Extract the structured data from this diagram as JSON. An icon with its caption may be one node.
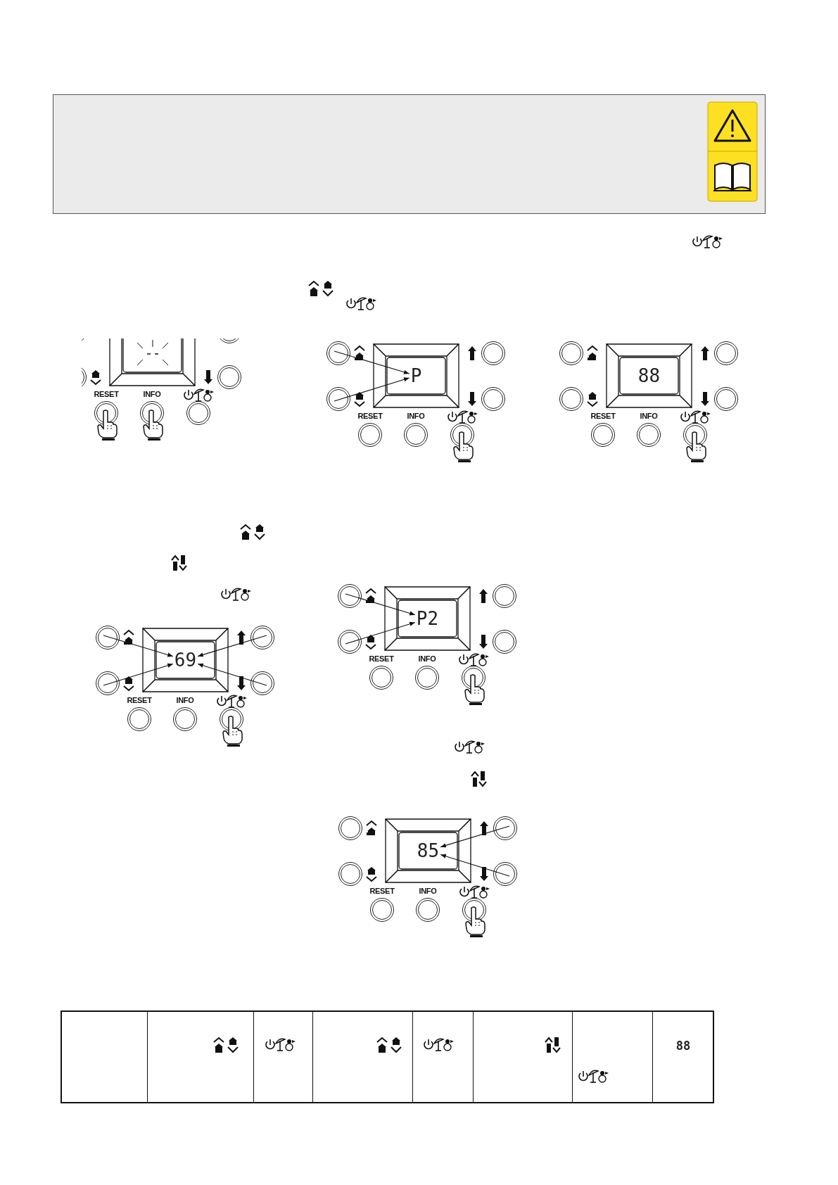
{
  "diagram": {
    "nodes": [
      {
        "text": [
          "P"
        ]
      },
      {
        "text": [
          "P2"
        ]
      },
      {
        "text": [
          "69"
        ]
      },
      {
        "text": [
          "85"
        ]
      }
    ],
    "edges": [
      {
        "from": null,
        "to": 0,
        "arrow": "to"
      },
      {
        "from": null,
        "to": 0,
        "arrow": "to"
      },
      {
        "from": null,
        "to": 1,
        "arrow": "to"
      },
      {
        "from": null,
        "to": 1,
        "arrow": "to"
      },
      {
        "from": null,
        "to": 2,
        "arrow": "to"
      },
      {
        "from": null,
        "to": 2,
        "arrow": "to"
      },
      {
        "from": null,
        "to": 2,
        "arrow": "to"
      },
      {
        "from": null,
        "to": 2,
        "arrow": "to"
      },
      {
        "from": null,
        "to": 3,
        "arrow": "to"
      },
      {
        "from": null,
        "to": 3,
        "arrow": "to"
      }
    ],
    "labels": [
      "RESET",
      "INFO",
      "RESET",
      "INFO",
      "88",
      "RESET",
      "INFO",
      "RESET",
      "INFO",
      "RESET",
      "INFO",
      "RESET",
      "INFO",
      "88"
    ]
  }
}
